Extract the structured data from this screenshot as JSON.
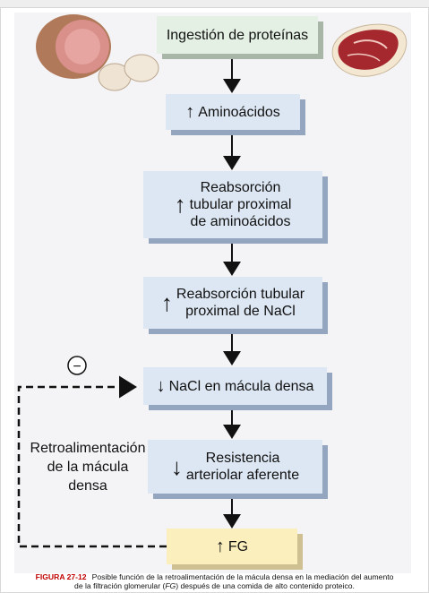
{
  "boxes": {
    "intake": "Ingestión de proteínas",
    "amino_arrow": "↑",
    "amino": "Aminoácidos",
    "reabs_amino_arrow": "↑",
    "reabs_amino_1": "Reabsorción",
    "reabs_amino_2": "tubular proximal",
    "reabs_amino_3": "de aminoácidos",
    "reabs_nacl_arrow": "↑",
    "reabs_nacl_1": "Reabsorción tubular",
    "reabs_nacl_2": "proximal de NaCl",
    "macula_arrow": "↓",
    "macula": "NaCl en mácula densa",
    "resist_arrow": "↓",
    "resist_1": "Resistencia",
    "resist_2": "arteriolar aferente",
    "gfr_arrow": "↑",
    "gfr": "FG"
  },
  "feedback": {
    "sign": "−",
    "label_1": "Retroalimentación",
    "label_2": "de la mácula",
    "label_3": "densa"
  },
  "caption": {
    "id": "FIGURA 27-12",
    "text_1": "Posible función de la retroalimentación de la mácula densa en la mediación del aumento",
    "text_2a": "de la filtración glomerular (",
    "text_2b": "FG",
    "text_2c": ") después de una comida de alto contenido proteico."
  },
  "colors": {
    "blue_box": "#dde7f3",
    "green_box": "#e3f0e3",
    "yellow_box": "#fbf0bd",
    "caption_id": "#c00000"
  }
}
